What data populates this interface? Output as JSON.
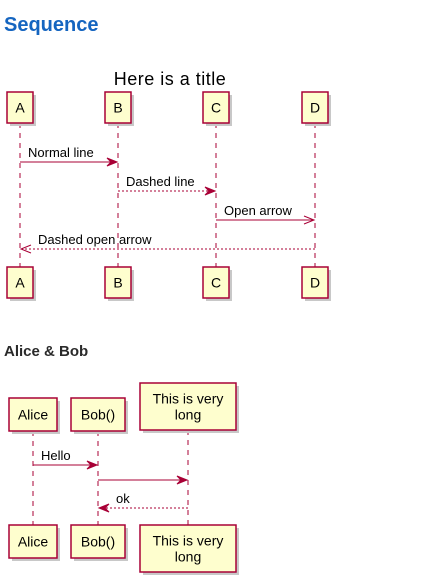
{
  "sections": [
    {
      "heading": "Sequence",
      "title": "Here is a title",
      "participants": [
        "A",
        "B",
        "C",
        "D"
      ],
      "messages": [
        {
          "label": "Normal line",
          "from": "A",
          "to": "B",
          "style": "solid",
          "head": "filled"
        },
        {
          "label": "Dashed line",
          "from": "B",
          "to": "C",
          "style": "dashed",
          "head": "filled"
        },
        {
          "label": "Open arrow",
          "from": "C",
          "to": "D",
          "style": "solid",
          "head": "open"
        },
        {
          "label": "Dashed open arrow",
          "from": "D",
          "to": "A",
          "style": "dashed",
          "head": "open"
        }
      ]
    },
    {
      "heading": "Alice & Bob",
      "participants": [
        "Alice",
        "Bob()",
        "This is very\nlong"
      ],
      "messages": [
        {
          "label": "Hello",
          "from": "Alice",
          "to": "Bob()",
          "style": "solid",
          "head": "filled"
        },
        {
          "label": "",
          "from": "Bob()",
          "to": "This is very\nlong",
          "style": "solid",
          "head": "filled"
        },
        {
          "label": "ok",
          "from": "This is very\nlong",
          "to": "Bob()",
          "style": "dashed",
          "head": "filled"
        }
      ]
    }
  ],
  "colors": {
    "heading_primary": "#1565c0",
    "heading_secondary": "#2a2a2a",
    "participant_fill": "#fefece",
    "line": "#a80036"
  }
}
